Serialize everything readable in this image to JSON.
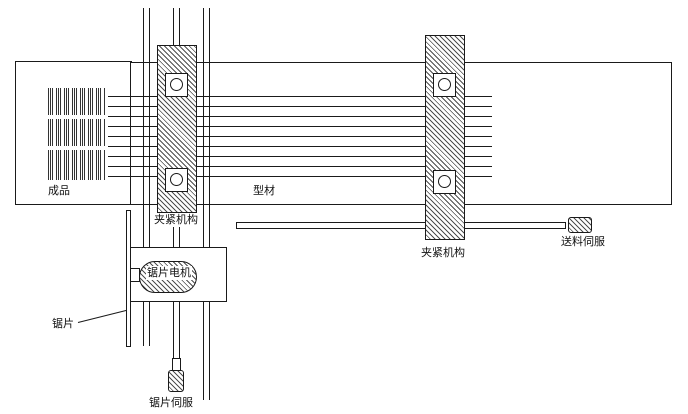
{
  "diagram": {
    "ink_color": "#1a1a1a",
    "labels": {
      "finished_product": "成品",
      "profile": "型材",
      "clamp_left": "夹紧机构",
      "clamp_right": "夹紧机构",
      "feed_servo": "送料伺服",
      "saw_motor": "锯片电机",
      "saw_blade": "锯片",
      "saw_servo": "锯片伺服"
    }
  }
}
